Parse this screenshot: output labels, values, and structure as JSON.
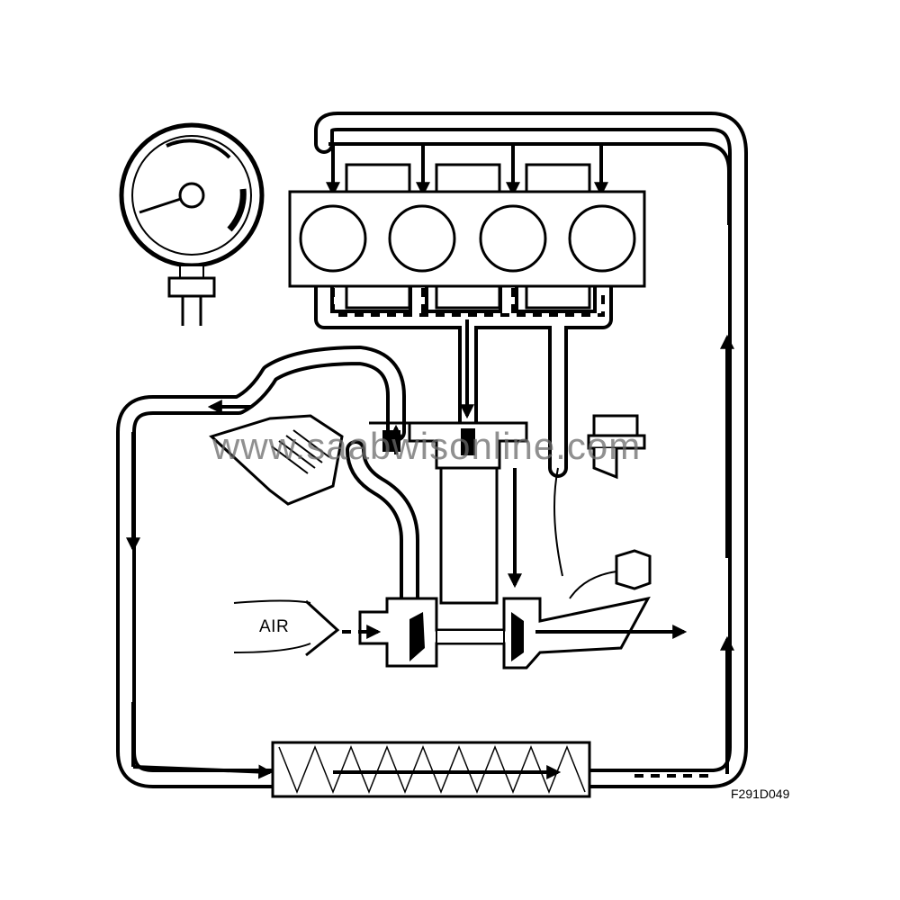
{
  "labels": {
    "air": "AIR",
    "figure_code": "F291D049",
    "watermark": "www.saabwisonline.com"
  },
  "components": {
    "gauge": "pressure-gauge",
    "engine": "engine-block",
    "cylinders": 4,
    "intercooler": "intercooler",
    "turbocharger": "turbocharger",
    "bypass_valve": "bypass-valve",
    "solenoid": "boost-control-solenoid",
    "actuator": "wastegate-actuator"
  },
  "colors": {
    "line": "#000000",
    "background": "#ffffff",
    "watermark": "#6b6b6b"
  }
}
